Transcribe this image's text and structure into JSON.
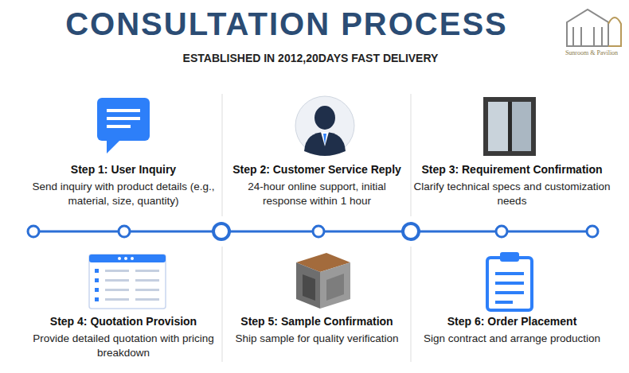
{
  "diagram": {
    "title": "CONSULTATION PROCESS",
    "caption": "ESTABLISHED IN 2012,20DAYS FAST DELIVERY",
    "nodes": [
      {
        "text": [
          "Step 1: User Inquiry",
          "Send inquiry with product details (e.g., material, size, quantity)"
        ]
      },
      {
        "text": [
          "Step 2: Customer Service Reply",
          "24-hour online support, initial response within 1 hour"
        ]
      },
      {
        "text": [
          "Step 3: Requirement Confirmation",
          "Clarify technical specs and customization needs"
        ]
      },
      {
        "text": [
          "Step 4: Quotation Provision",
          "Provide detailed quotation with pricing breakdown"
        ]
      },
      {
        "text": [
          "Step 5: Sample Confirmation",
          "Ship sample for quality verification"
        ]
      },
      {
        "text": [
          "Step 6: Order Placement",
          "Sign contract and arrange production"
        ]
      }
    ],
    "labels": [
      "Sunroom & Pavilion"
    ]
  }
}
